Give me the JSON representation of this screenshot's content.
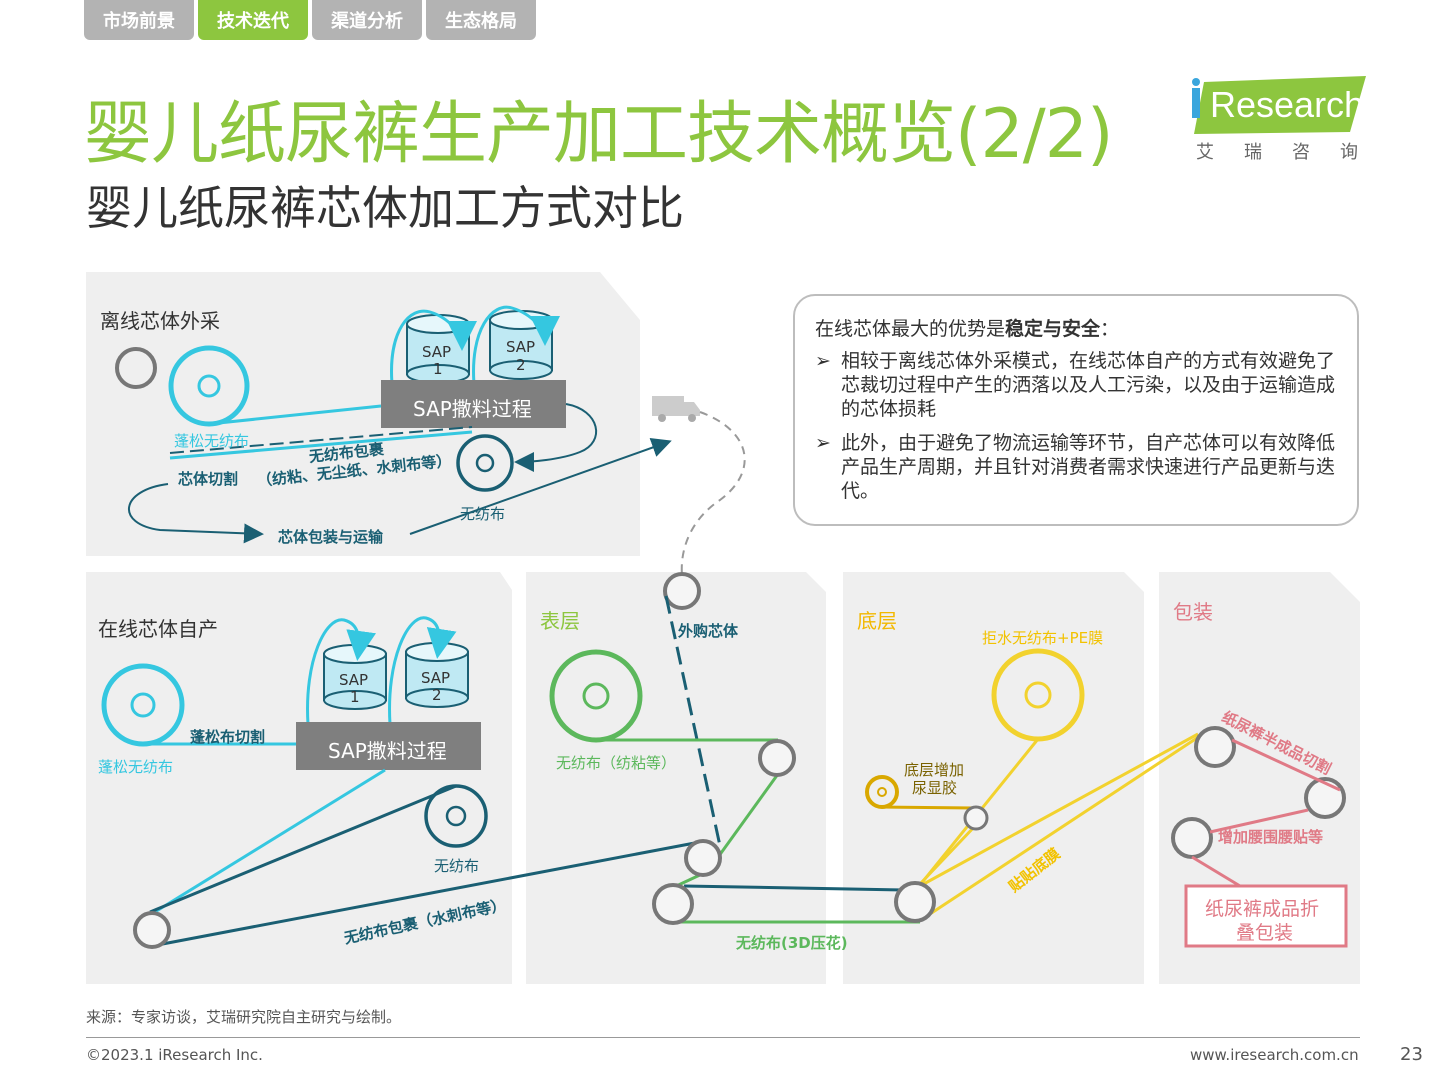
{
  "tabs": [
    "市场前景",
    "技术迭代",
    "渠道分析",
    "生态格局"
  ],
  "active_tab_index": 1,
  "title": "婴儿纸尿裤生产加工技术概览(2/2)",
  "subtitle": "婴儿纸尿裤芯体加工方式对比",
  "logo": {
    "brand": "Research",
    "cn": "艾瑞咨询"
  },
  "colors": {
    "brand_green": "#8dc63f",
    "cyan": "#35c7e0",
    "teal_dark": "#1a5f73",
    "green": "#5cb85c",
    "yellow": "#f2d22e",
    "pink": "#e07a86",
    "panel_bg": "#efefef"
  },
  "offline": {
    "label": "离线芯体外采",
    "sap1": "SAP",
    "sap1_num": "1",
    "sap2": "SAP",
    "sap2_num": "2",
    "process": "SAP撒料过程",
    "fluff": "蓬松无纺布",
    "wrap": "无纺布包裹",
    "wrap_detail": "（纺粘、无尘纸、水刺布等）",
    "core_cut": "芯体切割",
    "nonwoven": "无纺布",
    "pack_ship": "芯体包装与运输"
  },
  "callout": {
    "head_prefix": "在线芯体最大的优势是",
    "head_bold": "稳定与安全",
    "head_suffix": "：",
    "items": [
      "相较于离线芯体外采模式，在线芯体自产的方式有效避免了芯裁切过程中产生的洒落以及人工污染，以及由于运输造成的芯体损耗",
      "此外，由于避免了物流运输等环节，自产芯体可以有效降低产品生产周期，并且针对消费者需求快速进行产品更新与迭代。"
    ],
    "arrow": "➢"
  },
  "online": {
    "label": "在线芯体自产",
    "sap1": "SAP",
    "sap1_num": "1",
    "sap2": "SAP",
    "sap2_num": "2",
    "process": "SAP撒料过程",
    "fluff": "蓬松无纺布",
    "fluff_cut": "蓬松布切割",
    "nonwoven": "无纺布",
    "wrap": "无纺布包裹（水刺布等）"
  },
  "top_layer": {
    "label": "表层",
    "outsourced_core": "外购芯体",
    "nonwoven": "无纺布（纺粘等）",
    "embossed": "无纺布(3D压花)"
  },
  "bottom_layer": {
    "label": "底层",
    "water_repellent": "拒水无纺布+PE膜",
    "indicator_line1": "底层增加",
    "indicator_line2": "尿显胶",
    "bottom_film": "贴贴底膜"
  },
  "packaging": {
    "label": "包装",
    "semi_cut": "纸尿裤半成品切割",
    "waist": "增加腰围腰贴等",
    "fold_line1": "纸尿裤成品折",
    "fold_line2": "叠包装"
  },
  "footer": {
    "source": "来源：专家访谈，艾瑞研究院自主研究与绘制。",
    "copyright": "©2023.1 iResearch Inc.",
    "url": "www.iresearch.com.cn",
    "page": "23"
  }
}
